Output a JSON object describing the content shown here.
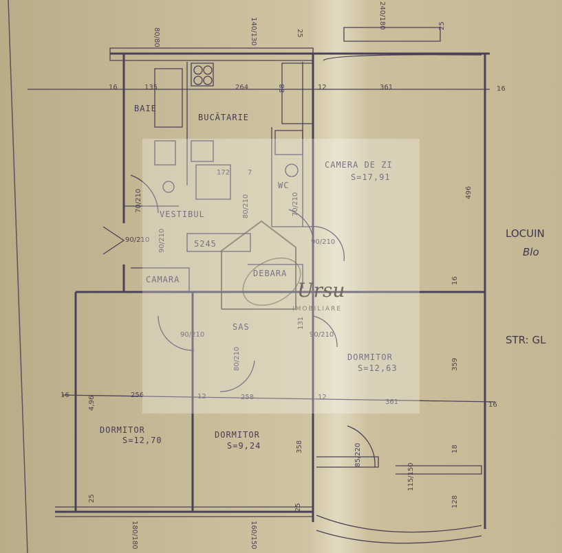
{
  "rooms": {
    "baie": "BAIE",
    "bucatarie": "BUCĂTARIE",
    "camera_de_zi": "CAMERA DE ZI",
    "camera_de_zi_area": "S=17,91",
    "wc": "WC",
    "vestibul": "VESTIBUL",
    "camara": "CAMARA",
    "debara": "DEBARA",
    "sas": "SAS",
    "dormitor_right": "DORMITOR",
    "dormitor_right_area": "S=12,63",
    "dormitor_left": "DORMITOR",
    "dormitor_left_area": "S=12,70",
    "dormitor_mid": "DORMITOR",
    "dormitor_mid_area": "S=9,24"
  },
  "plan_code": "5245",
  "side_notes": {
    "line1": "LOCUIN",
    "line2": "Blo",
    "line3": "STR: GL"
  },
  "dimensions": {
    "top": [
      "80/80",
      "140/130",
      "25",
      "240/180",
      "25"
    ],
    "row1": [
      "16",
      "135",
      "264",
      "88",
      "12",
      "361",
      "16"
    ],
    "mid": [
      "172",
      "7",
      "496",
      "16",
      "359"
    ],
    "row2": [
      "16",
      "256",
      "12",
      "258",
      "12",
      "361",
      "16"
    ],
    "vertical": [
      "4,96",
      "358",
      "18",
      "128",
      "25",
      "25"
    ],
    "bottom": [
      "180/180",
      "160/150"
    ],
    "doors": [
      "70/210",
      "80/210",
      "70/210",
      "90/210",
      "90/210",
      "90/210",
      "90/210",
      "90/210",
      "80/210",
      "85/220",
      "115/150",
      "131"
    ]
  },
  "watermark": {
    "brand": "Ursu",
    "sub": "IMOBILIARE"
  }
}
